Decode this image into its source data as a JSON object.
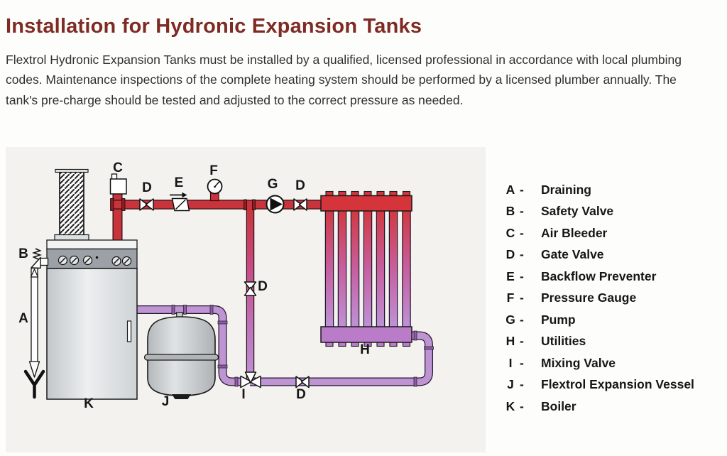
{
  "header": {
    "title": "Installation for Hydronic Expansion Tanks",
    "intro": "Flextrol Hydronic Expansion Tanks must be installed by a qualified, licensed professional in accordance with local plumbing codes. Maintenance inspections of the complete heating system should be performed by a licensed plumber annually. The tank's pre-charge should be tested and adjusted to the correct pressure as needed."
  },
  "diagram": {
    "labels": {
      "c": "C",
      "d1": "D",
      "e": "E",
      "f": "F",
      "g": "G",
      "d2": "D",
      "b": "B",
      "a": "A",
      "d3": "D",
      "h": "H",
      "i": "I",
      "d4": "D",
      "j": "J",
      "k": "K"
    }
  },
  "legend": {
    "separator": "-",
    "items": [
      {
        "letter": "A",
        "label": "Draining"
      },
      {
        "letter": "B",
        "label": "Safety Valve"
      },
      {
        "letter": "C",
        "label": "Air Bleeder"
      },
      {
        "letter": "D",
        "label": "Gate Valve"
      },
      {
        "letter": "E",
        "label": "Backflow Preventer"
      },
      {
        "letter": "F",
        "label": "Pressure Gauge"
      },
      {
        "letter": "G",
        "label": "Pump"
      },
      {
        "letter": "H",
        "label": "Utilities"
      },
      {
        "letter": "I",
        "label": "Mixing Valve"
      },
      {
        "letter": "J",
        "label": "Flextrol Expansion Vessel"
      },
      {
        "letter": "K",
        "label": "Boiler"
      }
    ]
  },
  "colors": {
    "title_maroon": "#7e2b24",
    "body_text": "#303030",
    "label_black": "#161616",
    "diagram_bg": "#f3f2ef",
    "pipe_red": "#c9343c",
    "pipe_red_dark": "#8d1b22",
    "red_outline": "#2a0e10",
    "pipe_purple": "#bf94d2",
    "pipe_purple_dark": "#8f5aaa",
    "purple_outline": "#241630",
    "radiator_top_red": "#d4343a",
    "radiator_bottom_purple": "#ba7cc9",
    "metal_light": "#edeff0",
    "metal_mid": "#c2c7ca",
    "panel_gray": "#9ba1a6",
    "ink": "#1a1a1a"
  }
}
